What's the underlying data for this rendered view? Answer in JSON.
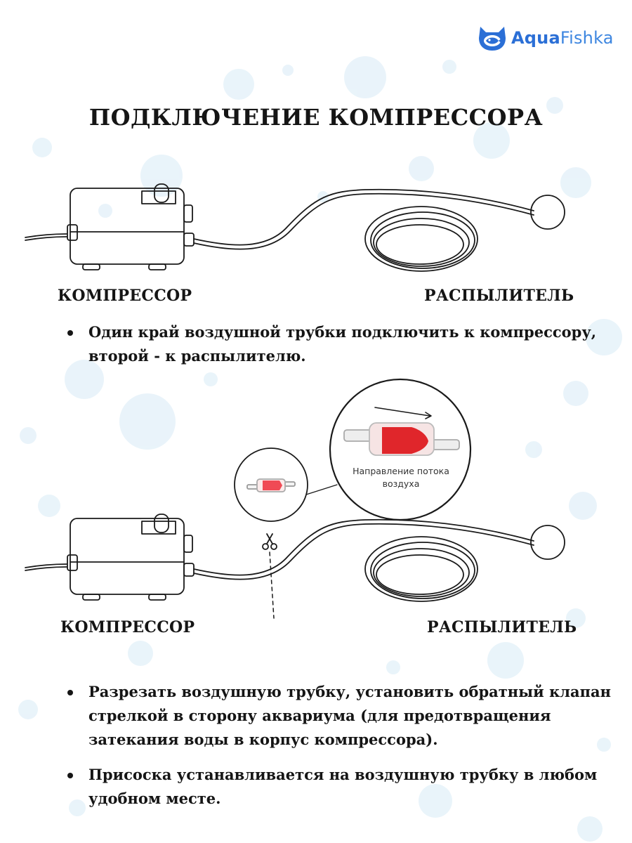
{
  "brand": {
    "name_part1": "Aqua",
    "name_part2": "Fishka",
    "logo_icon": "cat-fish-logo-icon"
  },
  "title": "ПОДКЛЮЧЕНИЕ КОМПРЕССОРА",
  "diagram1": {
    "left_label": "КОМПРЕССОР",
    "right_label": "РАСПЫЛИТЕЛЬ"
  },
  "step1": "Один край воздушной трубки подключить к компрессору, второй - к распылителю.",
  "zoom": {
    "caption": "Направление потока воздуха"
  },
  "diagram2": {
    "left_label": "КОМПРЕССОР",
    "right_label": "РАСПЫЛИТЕЛЬ"
  },
  "step2": "Разрезать воздушную трубку, установить обратный клапан стрелкой в сторону аквариума (для предотвращения затекания воды в корпус компрессора).",
  "step3": "Присоска устанавливается на воздушную трубку в любом удобном месте.",
  "colors": {
    "accent": "#2b6fd6",
    "valve_red": "#e0262b"
  }
}
